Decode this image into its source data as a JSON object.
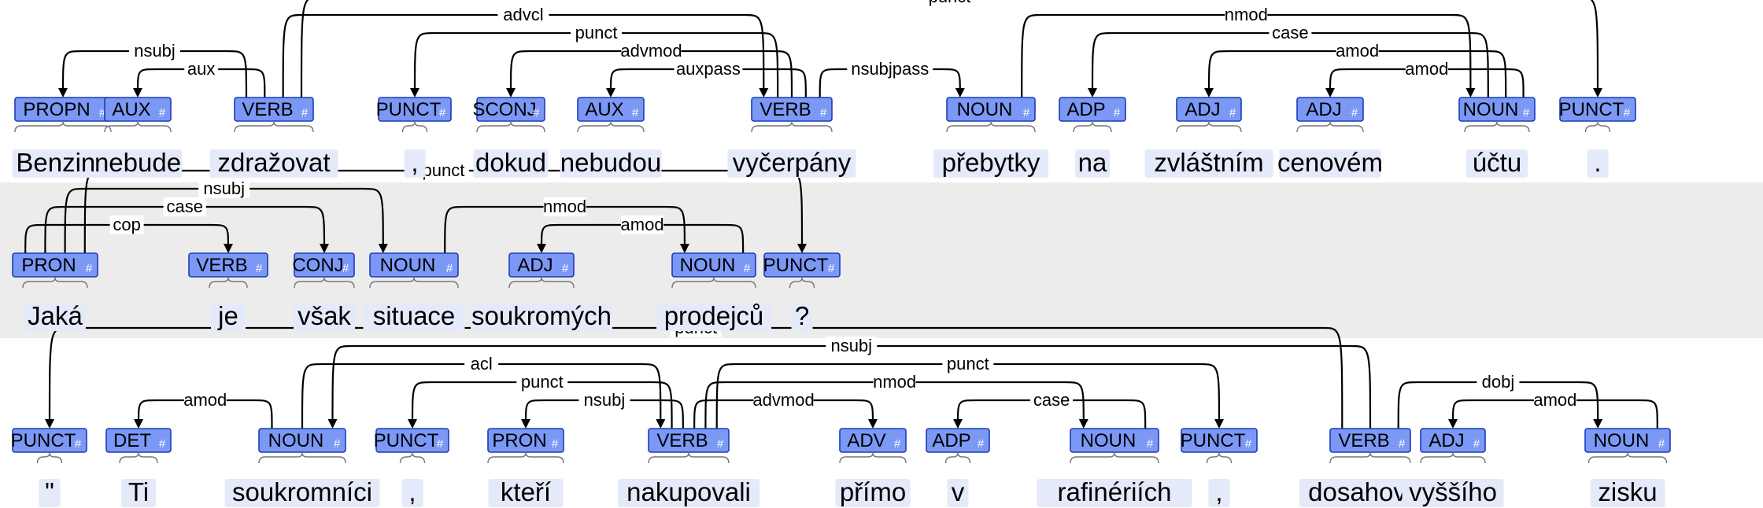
{
  "sentences": [
    {
      "tokens": [
        {
          "word": "Benzina",
          "tag": "PROPN"
        },
        {
          "word": "nebude",
          "tag": "AUX"
        },
        {
          "word": "zdražovat",
          "tag": "VERB"
        },
        {
          "word": ",",
          "tag": "PUNCT"
        },
        {
          "word": "dokud",
          "tag": "SCONJ"
        },
        {
          "word": "nebudou",
          "tag": "AUX"
        },
        {
          "word": "vyčerpány",
          "tag": "VERB"
        },
        {
          "word": "přebytky",
          "tag": "NOUN"
        },
        {
          "word": "na",
          "tag": "ADP"
        },
        {
          "word": "zvláštním",
          "tag": "ADJ"
        },
        {
          "word": "cenovém",
          "tag": "ADJ"
        },
        {
          "word": "účtu",
          "tag": "NOUN"
        },
        {
          "word": ".",
          "tag": "PUNCT"
        }
      ],
      "arcs": [
        {
          "from": 2,
          "to": 0,
          "label": "nsubj"
        },
        {
          "from": 2,
          "to": 1,
          "label": "aux"
        },
        {
          "from": 2,
          "to": 12,
          "label": "punct"
        },
        {
          "from": 2,
          "to": 6,
          "label": "advcl"
        },
        {
          "from": 6,
          "to": 3,
          "label": "punct"
        },
        {
          "from": 6,
          "to": 4,
          "label": "advmod"
        },
        {
          "from": 6,
          "to": 5,
          "label": "auxpass"
        },
        {
          "from": 6,
          "to": 7,
          "label": "nsubjpass"
        },
        {
          "from": 7,
          "to": 11,
          "label": "nmod"
        },
        {
          "from": 11,
          "to": 8,
          "label": "case"
        },
        {
          "from": 11,
          "to": 9,
          "label": "amod"
        },
        {
          "from": 11,
          "to": 10,
          "label": "amod"
        }
      ]
    },
    {
      "tokens": [
        {
          "word": "Jaká",
          "tag": "PRON"
        },
        {
          "word": "je",
          "tag": "VERB"
        },
        {
          "word": "však",
          "tag": "CONJ"
        },
        {
          "word": "situace",
          "tag": "NOUN"
        },
        {
          "word": "soukromých",
          "tag": "ADJ"
        },
        {
          "word": "prodejců",
          "tag": "NOUN"
        },
        {
          "word": "?",
          "tag": "PUNCT"
        }
      ],
      "arcs": [
        {
          "from": 0,
          "to": 6,
          "label": "punct"
        },
        {
          "from": 0,
          "to": 3,
          "label": "nsubj"
        },
        {
          "from": 0,
          "to": 2,
          "label": "case"
        },
        {
          "from": 0,
          "to": 1,
          "label": "cop"
        },
        {
          "from": 3,
          "to": 5,
          "label": "nmod"
        },
        {
          "from": 5,
          "to": 4,
          "label": "amod"
        }
      ]
    },
    {
      "tokens": [
        {
          "word": "\"",
          "tag": "PUNCT"
        },
        {
          "word": "Ti",
          "tag": "DET"
        },
        {
          "word": "soukromníci",
          "tag": "NOUN"
        },
        {
          "word": ",",
          "tag": "PUNCT"
        },
        {
          "word": "kteří",
          "tag": "PRON"
        },
        {
          "word": "nakupovali",
          "tag": "VERB"
        },
        {
          "word": "přímo",
          "tag": "ADV"
        },
        {
          "word": "v",
          "tag": "ADP"
        },
        {
          "word": "rafinériích",
          "tag": "NOUN"
        },
        {
          "word": ",",
          "tag": "PUNCT"
        },
        {
          "word": "dosahovali",
          "tag": "VERB"
        },
        {
          "word": "vyššího",
          "tag": "ADJ"
        },
        {
          "word": "zisku",
          "tag": "NOUN"
        }
      ],
      "arcs": [
        {
          "from": 10,
          "to": 0,
          "label": "punct"
        },
        {
          "from": 10,
          "to": 2,
          "label": "nsubj"
        },
        {
          "from": 2,
          "to": 1,
          "label": "amod"
        },
        {
          "from": 2,
          "to": 5,
          "label": "acl"
        },
        {
          "from": 5,
          "to": 3,
          "label": "punct"
        },
        {
          "from": 5,
          "to": 4,
          "label": "nsubj"
        },
        {
          "from": 5,
          "to": 9,
          "label": "punct"
        },
        {
          "from": 5,
          "to": 8,
          "label": "nmod"
        },
        {
          "from": 5,
          "to": 6,
          "label": "advmod"
        },
        {
          "from": 8,
          "to": 7,
          "label": "case"
        },
        {
          "from": 10,
          "to": 12,
          "label": "dobj"
        },
        {
          "from": 12,
          "to": 11,
          "label": "amod"
        }
      ]
    }
  ]
}
